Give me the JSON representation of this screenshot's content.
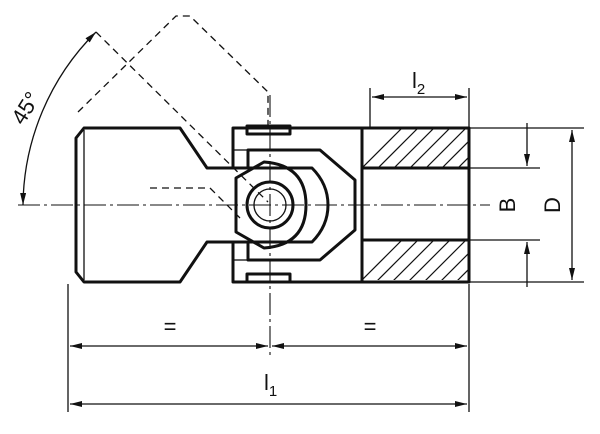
{
  "drawing": {
    "angle_label": "45°",
    "dim_equal_left": "=",
    "dim_equal_right": "=",
    "overall_length_label": "l",
    "overall_length_sub": "1",
    "bore_length_label": "l",
    "bore_length_sub": "2",
    "bore_diameter_label": "B",
    "outer_diameter_label": "D"
  }
}
